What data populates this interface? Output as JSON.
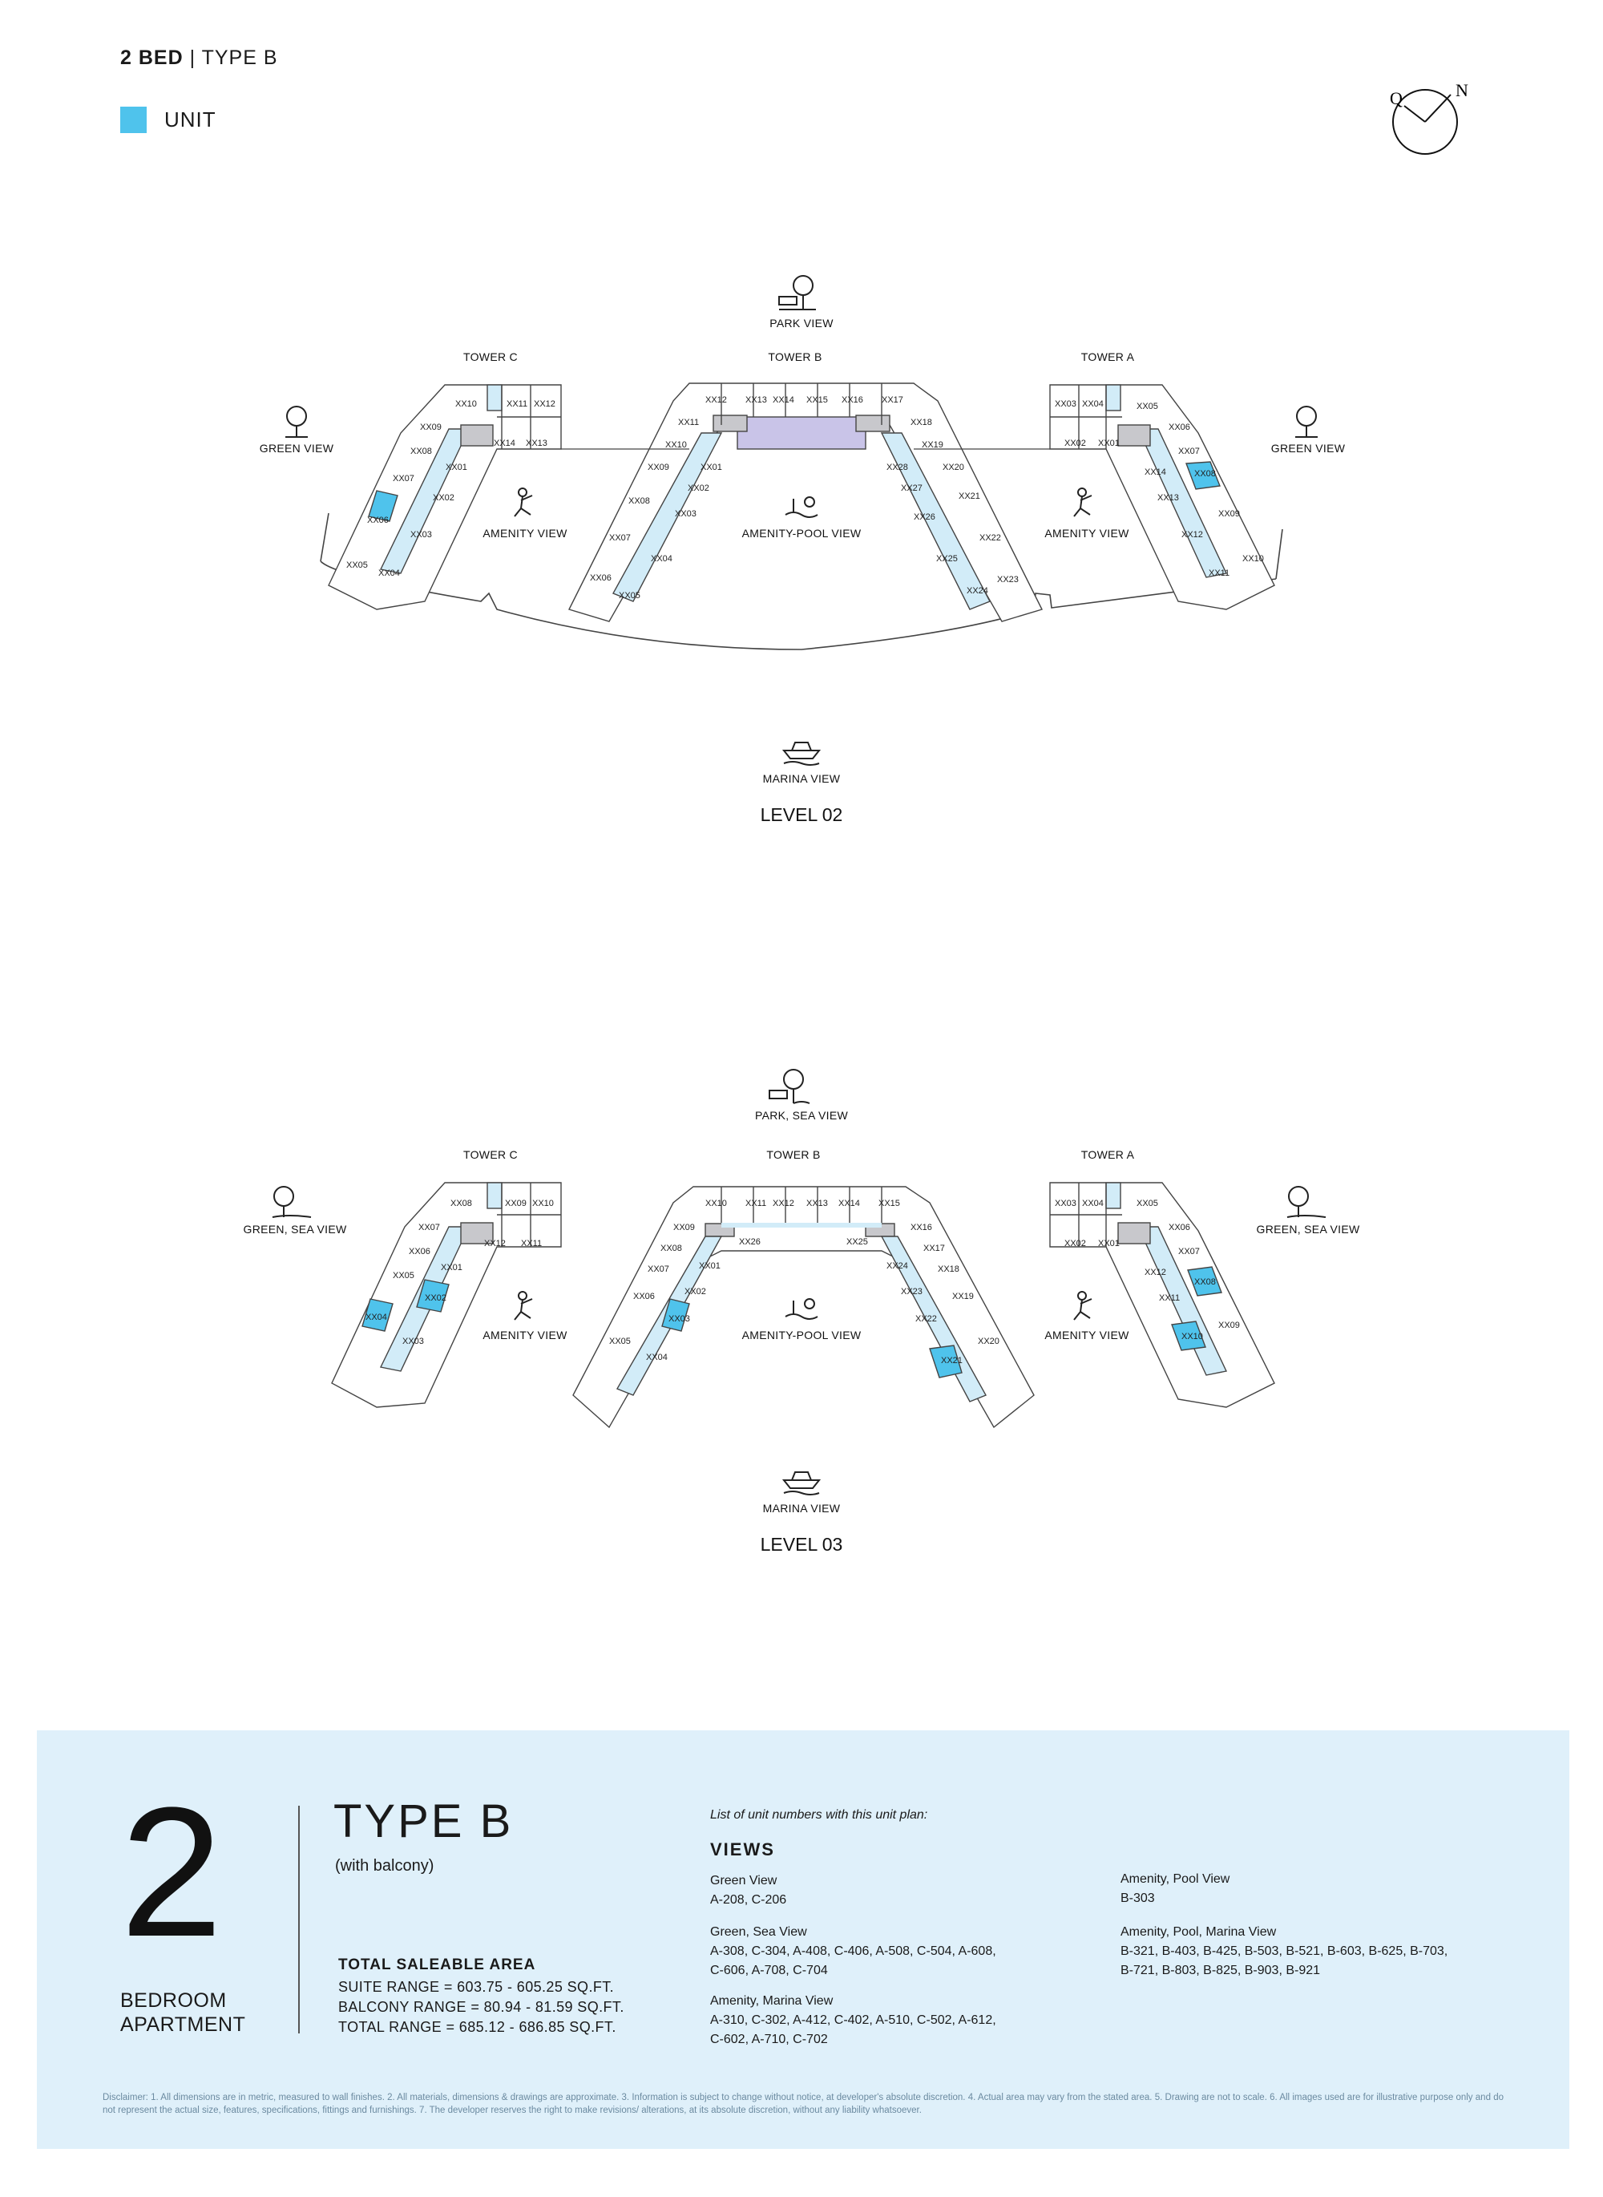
{
  "header": {
    "title_bold": "2 BED",
    "title_rest": "| TYPE B",
    "legend_label": "UNIT",
    "compass_q": "Q",
    "compass_n": "N"
  },
  "colors": {
    "unit": "#4fc3ec",
    "corridor": "#d2ecf8",
    "core": "#c8c8cc",
    "lobby": "#c9c4e8",
    "info_bg": "#dff0fa"
  },
  "level02": {
    "top_view": "PARK VIEW",
    "tower_c": "TOWER C",
    "tower_b": "TOWER B",
    "tower_a": "TOWER A",
    "left_view": "GREEN VIEW",
    "right_view": "GREEN VIEW",
    "amenity_left": "AMENITY VIEW",
    "amenity_center": "AMENITY-POOL VIEW",
    "amenity_right": "AMENITY VIEW",
    "bottom_view": "MARINA VIEW",
    "level": "LEVEL 02"
  },
  "level03": {
    "top_view": "PARK, SEA VIEW",
    "tower_c": "TOWER C",
    "tower_b": "TOWER B",
    "tower_a": "TOWER A",
    "left_view": "GREEN, SEA VIEW",
    "right_view": "GREEN, SEA VIEW",
    "amenity_left": "AMENITY VIEW",
    "amenity_center": "AMENITY-POOL VIEW",
    "amenity_right": "AMENITY VIEW",
    "bottom_view": "MARINA VIEW",
    "level": "LEVEL 03"
  },
  "info": {
    "number": "2",
    "bedroom_line1": "BEDROOM",
    "bedroom_line2": "APARTMENT",
    "type": "TYPE B",
    "balcony": "(with balcony)",
    "area_title": "TOTAL SALEABLE AREA",
    "suite": "SUITE RANGE = 603.75 - 605.25 SQ.FT.",
    "balcony_range": "BALCONY RANGE = 80.94 - 81.59 SQ.FT.",
    "total": "TOTAL RANGE = 685.12 - 686.85 SQ.FT.",
    "list_head": "List of unit numbers with this unit plan:",
    "views_title": "VIEWS",
    "g1_title": "Green View",
    "g1_units": "A-208, C-206",
    "g2_title": "Green, Sea View",
    "g2_units_1": "A-308, C-304, A-408, C-406, A-508, C-504, A-608,",
    "g2_units_2": "C-606, A-708, C-704",
    "g3_title": "Amenity, Marina View",
    "g3_units_1": "A-310, C-302, A-412, C-402, A-510, C-502, A-612,",
    "g3_units_2": "C-602, A-710, C-702",
    "g4_title": "Amenity, Pool View",
    "g4_units": "B-303",
    "g5_title": "Amenity, Pool, Marina View",
    "g5_units_1": "B-321, B-403, B-425, B-503, B-521, B-603, B-625, B-703,",
    "g5_units_2": "B-721, B-803, B-825, B-903, B-921",
    "disclaimer": "Disclaimer: 1. All dimensions are in metric, measured to wall finishes. 2. All materials, dimensions & drawings are approximate. 3. Information is subject to change without notice, at developer's absolute discretion. 4. Actual area may vary from the stated area. 5. Drawing are not to scale. 6. All images used are for illustrative purpose only and do not represent the actual size, features, specifications, fittings and furnishings. 7. The developer reserves the right to make revisions/ alterations, at its absolute discretion, without any liability whatsoever."
  },
  "units_l2": {
    "c": [
      "XX10",
      "XX11",
      "XX12",
      "XX09",
      "XX14",
      "XX13",
      "XX08",
      "XX01",
      "XX07",
      "XX02",
      "XX06",
      "XX03",
      "XX05",
      "XX04"
    ],
    "b": [
      "XX12",
      "XX13",
      "XX14",
      "XX15",
      "XX16",
      "XX17",
      "XX11",
      "XX18",
      "XX10",
      "XX19",
      "XX01",
      "XX28",
      "XX20",
      "XX09",
      "XX02",
      "XX27",
      "XX21",
      "XX08",
      "XX03",
      "XX26",
      "XX22",
      "XX07",
      "XX04",
      "XX25",
      "XX23",
      "XX06",
      "XX05",
      "XX24"
    ],
    "a": [
      "XX03",
      "XX04",
      "XX05",
      "XX02",
      "XX01",
      "XX06",
      "XX07",
      "XX14",
      "XX08",
      "XX13",
      "XX09",
      "XX12",
      "XX10",
      "XX11"
    ]
  },
  "units_l3": {
    "c": [
      "XX08",
      "XX09",
      "XX10",
      "XX07",
      "XX12",
      "XX11",
      "XX06",
      "XX01",
      "XX05",
      "XX02",
      "XX04",
      "XX03"
    ],
    "b": [
      "XX10",
      "XX11",
      "XX12",
      "XX13",
      "XX14",
      "XX15",
      "XX09",
      "XX16",
      "XX26",
      "XX25",
      "XX08",
      "XX17",
      "XX01",
      "XX24",
      "XX07",
      "XX18",
      "XX02",
      "XX23",
      "XX06",
      "XX19",
      "XX03",
      "XX22",
      "XX05",
      "XX20",
      "XX04",
      "XX21"
    ],
    "a": [
      "XX03",
      "XX04",
      "XX05",
      "XX02",
      "XX01",
      "XX06",
      "XX07",
      "XX12",
      "XX08",
      "XX11",
      "XX09",
      "XX10"
    ]
  }
}
